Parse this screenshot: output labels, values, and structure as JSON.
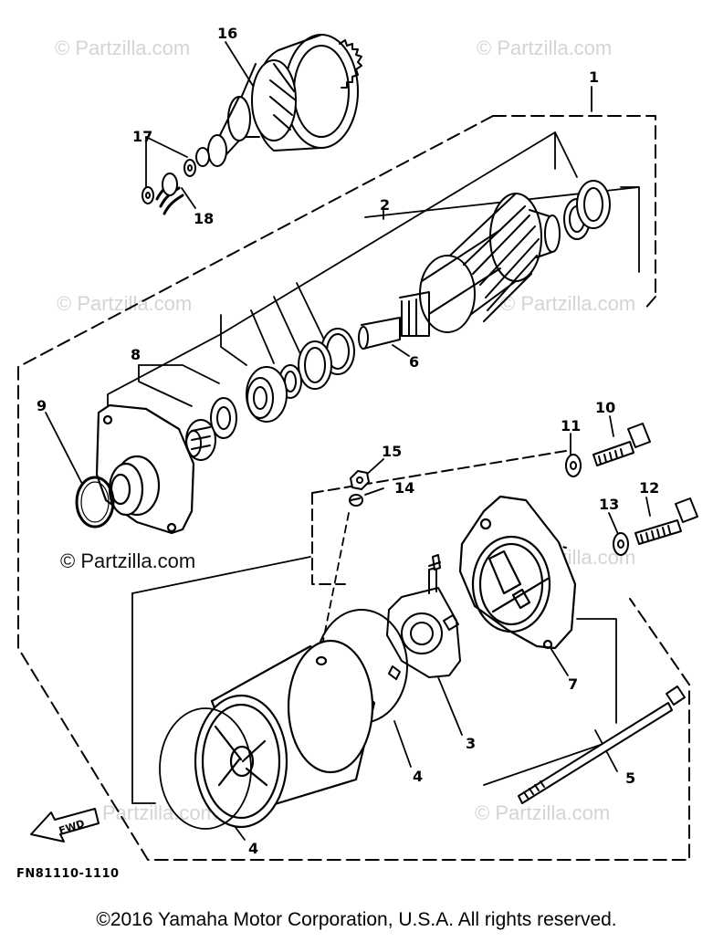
{
  "watermarks": {
    "w1": "© Partzilla.com",
    "w2": "© Partzilla.com",
    "w3": "© Partzilla.com",
    "w4": "© Partzilla.com",
    "w5": "© Partzilla.com",
    "w6": "© Partzilla.com",
    "w7": "Partzilla.com",
    "w8": "© Partzilla.com"
  },
  "callouts": {
    "c1": "1",
    "c2": "2",
    "c3": "3",
    "c4a": "4",
    "c4b": "4",
    "c5": "5",
    "c6": "6",
    "c7": "7",
    "c8": "8",
    "c9": "9",
    "c10": "10",
    "c11": "11",
    "c12": "12",
    "c13": "13",
    "c14": "14",
    "c15": "15",
    "c16": "16",
    "c17": "17",
    "c18": "18"
  },
  "fwd_label": "FWD",
  "diagram_code": "FN81110-1110",
  "copyright": "©2016  Yamaha Motor Corporation, U.S.A. All rights reserved."
}
